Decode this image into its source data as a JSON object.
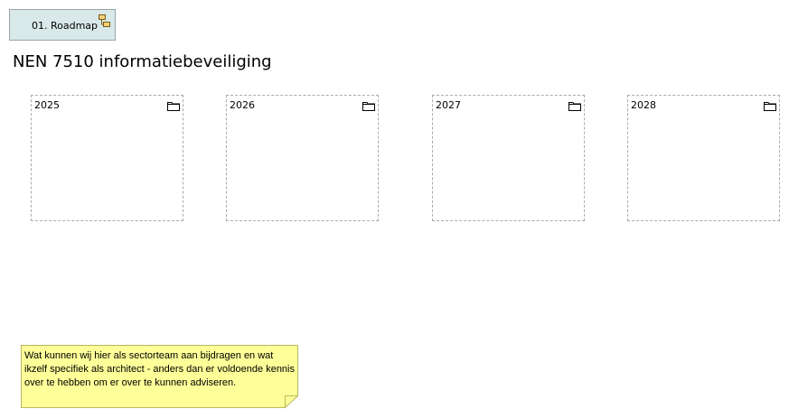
{
  "reference": {
    "label": "01. Roadmap",
    "icon": "diagram-reference-icon"
  },
  "title": "NEN 7510 informatiebeveiliging",
  "groups": [
    {
      "label": "2025",
      "icon": "folder-icon"
    },
    {
      "label": "2026",
      "icon": "folder-icon"
    },
    {
      "label": "2027",
      "icon": "folder-icon"
    },
    {
      "label": "2028",
      "icon": "folder-icon"
    }
  ],
  "note": {
    "text": "Wat kunnen wij hier als sectorteam aan bijdragen en wat ikzelf specifiek als architect - anders dan er voldoende kennis over te hebben om er over te kunnen adviseren.",
    "fill": "#ffff99",
    "border": "#b8b860"
  },
  "colors": {
    "reference_fill": "#d9e8e8",
    "group_border": "#aaaaaa"
  }
}
